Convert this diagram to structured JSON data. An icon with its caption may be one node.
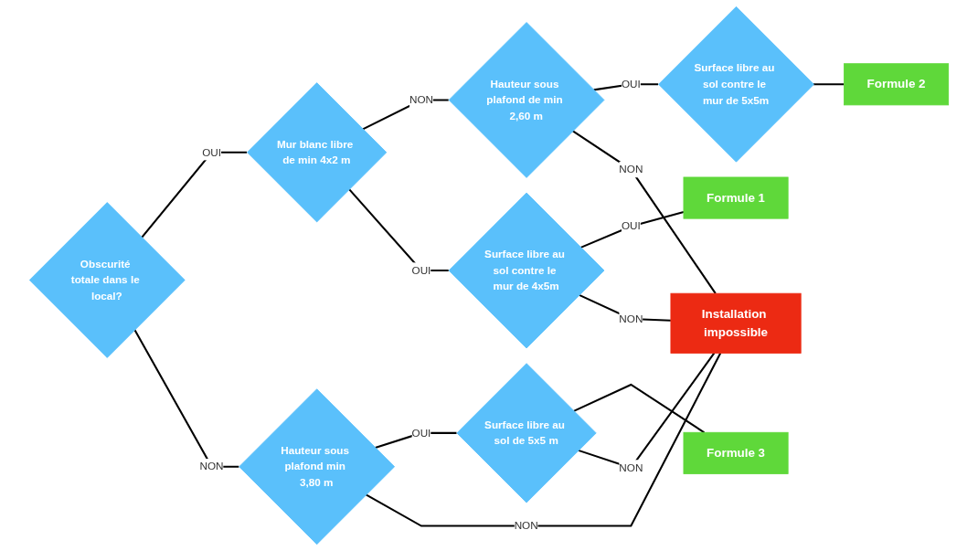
{
  "diagram": {
    "nodes": [
      {
        "text": [
          "Obscurité totale dans le local?"
        ]
      },
      {
        "text": [
          "Mur blanc libre de min 4x2 m"
        ]
      },
      {
        "text": [
          "Hauteur sous plafond min 3,80 m"
        ]
      },
      {
        "text": [
          "Hauteur sous plafond de min 2,60 m"
        ]
      },
      {
        "text": [
          "Surface libre au sol contre le mur de 4x5m"
        ]
      },
      {
        "text": [
          "Surface libre au sol de 5x5 m"
        ]
      },
      {
        "text": [
          "Installation impossible"
        ]
      },
      {
        "text": [
          "Surface libre au sol contre le mur de 5x5m"
        ]
      },
      {
        "text": [
          "Formule 1"
        ]
      },
      {
        "text": [
          "Formule 3"
        ]
      },
      {
        "text": [
          "Formule 2"
        ]
      }
    ],
    "edges": [
      {
        "from": 0,
        "to": 1,
        "label": "OUI",
        "arrow": "none"
      },
      {
        "from": 0,
        "to": 2,
        "label": "NON",
        "arrow": "none"
      },
      {
        "from": 1,
        "to": 3,
        "label": "NON",
        "arrow": "none"
      },
      {
        "from": 1,
        "to": 4,
        "label": "OUI",
        "arrow": "none"
      },
      {
        "from": 2,
        "to": 5,
        "label": "OUI",
        "arrow": "none"
      },
      {
        "from": 2,
        "to": 6,
        "label": "NON",
        "arrow": "none"
      },
      {
        "from": 3,
        "to": 7,
        "label": "OUI",
        "arrow": "none"
      },
      {
        "from": 3,
        "to": 6,
        "label": "NON",
        "arrow": "none"
      },
      {
        "from": 4,
        "to": 8,
        "label": "OUI",
        "arrow": "none"
      },
      {
        "from": 4,
        "to": 6,
        "label": "NON",
        "arrow": "none"
      },
      {
        "from": 5,
        "to": 9,
        "arrow": "none"
      },
      {
        "from": 5,
        "to": 6,
        "label": "NON",
        "arrow": "none"
      },
      {
        "from": 7,
        "to": 10,
        "arrow": "none"
      }
    ]
  }
}
